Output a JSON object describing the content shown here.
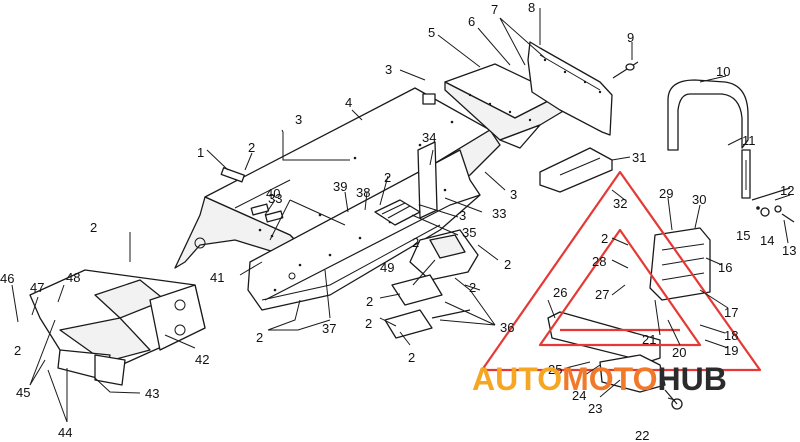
{
  "watermark": {
    "part1": "AUTO",
    "part2": "MOTO",
    "part3": "HUB",
    "colors": {
      "auto": "#f5a623",
      "moto": "#f07a2a",
      "hub": "#2b2b2b",
      "triangle": "#e53935"
    }
  },
  "callouts": {
    "n1": "1",
    "n2a": "2",
    "n2b": "2",
    "n2c": "2",
    "n2d": "2",
    "n2e": "2",
    "n2f": "2",
    "n2g": "2",
    "n2h": "2",
    "n2i": "2",
    "n2j": "2",
    "n2k": "2",
    "n2l": "2",
    "n3a": "3",
    "n3b": "3",
    "n3c": "3",
    "n3d": "3",
    "n4": "4",
    "n5": "5",
    "n6": "6",
    "n7": "7",
    "n8": "8",
    "n9": "9",
    "n10": "10",
    "n11": "11",
    "n12": "12",
    "n13": "13",
    "n14": "14",
    "n15": "15",
    "n16": "16",
    "n17": "17",
    "n18": "18",
    "n19": "19",
    "n20": "20",
    "n21": "21",
    "n22": "22",
    "n23": "23",
    "n24": "24",
    "n25": "25",
    "n26": "26",
    "n27": "27",
    "n28": "28",
    "n29": "29",
    "n30": "30",
    "n31": "31",
    "n32": "32",
    "n33a": "33",
    "n33b": "33",
    "n34": "34",
    "n35": "35",
    "n36": "36",
    "n37": "37",
    "n38": "38",
    "n39": "39",
    "n40": "40",
    "n41": "41",
    "n42": "42",
    "n43": "43",
    "n44": "44",
    "n45": "45",
    "n46": "46",
    "n47": "47",
    "n48": "48",
    "n49": "49"
  }
}
